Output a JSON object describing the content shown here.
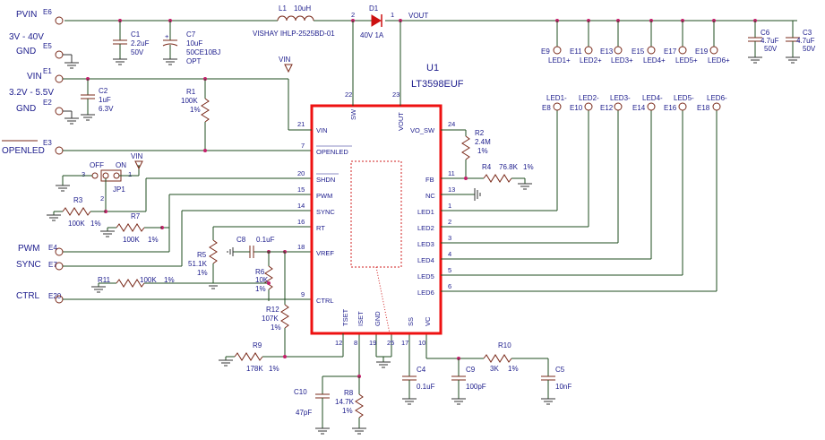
{
  "ic": {
    "ref": "U1",
    "part": "LT3598EUF",
    "left_pins": [
      {
        "num": "21",
        "name": "VIN"
      },
      {
        "num": "7",
        "name": "OPENLED"
      },
      {
        "num": "20",
        "name": "SHDN"
      },
      {
        "num": "15",
        "name": "PWM"
      },
      {
        "num": "14",
        "name": "SYNC"
      },
      {
        "num": "16",
        "name": "RT"
      },
      {
        "num": "18",
        "name": "VREF"
      },
      {
        "num": "9",
        "name": "CTRL"
      }
    ],
    "right_pins": [
      {
        "num": "24",
        "name": "VO_SW"
      },
      {
        "num": "11",
        "name": "FB"
      },
      {
        "num": "13",
        "name": "NC"
      },
      {
        "num": "1",
        "name": "LED1"
      },
      {
        "num": "2",
        "name": "LED2"
      },
      {
        "num": "3",
        "name": "LED3"
      },
      {
        "num": "4",
        "name": "LED4"
      },
      {
        "num": "5",
        "name": "LED5"
      },
      {
        "num": "6",
        "name": "LED6"
      }
    ],
    "top_pins": [
      {
        "num": "22",
        "name": "SW"
      },
      {
        "num": "23",
        "name": "VOUT"
      }
    ],
    "bottom_pins": [
      {
        "num": "12",
        "name": "TSET"
      },
      {
        "num": "8",
        "name": "ISET"
      },
      {
        "num": "19",
        "name": "GND"
      },
      {
        "num": "25",
        "name": ""
      },
      {
        "num": "17",
        "name": "SS"
      },
      {
        "num": "10",
        "name": "VC"
      }
    ]
  },
  "power": {
    "pvin_label": "PVIN",
    "pvin_term": "E6",
    "pvin_range": "3V - 40V",
    "gnd_label": "GND",
    "gnd1_term": "E5",
    "vin_label": "VIN",
    "vin_term": "E1",
    "vin_range": "3.2V - 5.5V",
    "gnd2_term": "E2",
    "openled_label": "OPENLED",
    "openled_term": "E3",
    "pwm_label": "PWM",
    "pwm_term": "E4",
    "sync_label": "SYNC",
    "sync_term": "E7",
    "ctrl_label": "CTRL",
    "ctrl_term": "E20",
    "vout_label": "VOUT",
    "vin_flag": "VIN"
  },
  "jumper": {
    "ref": "JP1",
    "off": "OFF",
    "on": "ON",
    "p1": "1",
    "p2": "2",
    "p3": "3"
  },
  "parts": {
    "L1": {
      "ref": "L1",
      "value": "10uH",
      "desc": "VISHAY IHLP-2525BD-01"
    },
    "D1": {
      "ref": "D1",
      "value": "40V 1A"
    },
    "C1": {
      "ref": "C1",
      "value": "2.2uF",
      "v": "50V"
    },
    "C7": {
      "ref": "C7",
      "value": "10uF",
      "desc": "50CE10BJ",
      "opt": "OPT"
    },
    "C2": {
      "ref": "C2",
      "value": "1uF",
      "v": "6.3V"
    },
    "R1": {
      "ref": "R1",
      "value": "100K",
      "tol": "1%"
    },
    "R2": {
      "ref": "R2",
      "value": "2.4M",
      "tol": "1%"
    },
    "R4": {
      "ref": "R4",
      "value": "76.8K",
      "tol": "1%"
    },
    "R3": {
      "ref": "R3",
      "value": "100K",
      "tol": "1%"
    },
    "R7": {
      "ref": "R7",
      "value": "100K",
      "tol": "1%"
    },
    "R5": {
      "ref": "R5",
      "value": "51.1K",
      "tol": "1%"
    },
    "C8": {
      "ref": "C8",
      "value": "0.1uF"
    },
    "R6": {
      "ref": "R6",
      "value": "10K",
      "tol": "1%"
    },
    "R11": {
      "ref": "R11",
      "value": "100K",
      "tol": "1%"
    },
    "R12": {
      "ref": "R12",
      "value": "107K",
      "tol": "1%"
    },
    "R9": {
      "ref": "R9",
      "value": "178K",
      "tol": "1%"
    },
    "C10": {
      "ref": "C10",
      "value": "47pF"
    },
    "R8": {
      "ref": "R8",
      "value": "14.7K",
      "tol": "1%"
    },
    "C4": {
      "ref": "C4",
      "value": "0.1uF"
    },
    "C9": {
      "ref": "C9",
      "value": "100pF"
    },
    "R10": {
      "ref": "R10",
      "value": "3K",
      "tol": "1%"
    },
    "C5": {
      "ref": "C5",
      "value": "10nF"
    },
    "C6": {
      "ref": "C6",
      "value": "4.7uF",
      "v": "50V"
    },
    "C3": {
      "ref": "C3",
      "value": "4.7uF",
      "v": "50V"
    }
  },
  "led_plus": [
    {
      "term": "E9",
      "label": "LED1+"
    },
    {
      "term": "E11",
      "label": "LED2+"
    },
    {
      "term": "E13",
      "label": "LED3+"
    },
    {
      "term": "E15",
      "label": "LED4+"
    },
    {
      "term": "E17",
      "label": "LED5+"
    },
    {
      "term": "E19",
      "label": "LED6+"
    }
  ],
  "led_minus": [
    {
      "term": "E8",
      "label": "LED1-"
    },
    {
      "term": "E10",
      "label": "LED2-"
    },
    {
      "term": "E12",
      "label": "LED3-"
    },
    {
      "term": "E14",
      "label": "LED4-"
    },
    {
      "term": "E16",
      "label": "LED5-"
    },
    {
      "term": "E18",
      "label": "LED6-"
    }
  ]
}
